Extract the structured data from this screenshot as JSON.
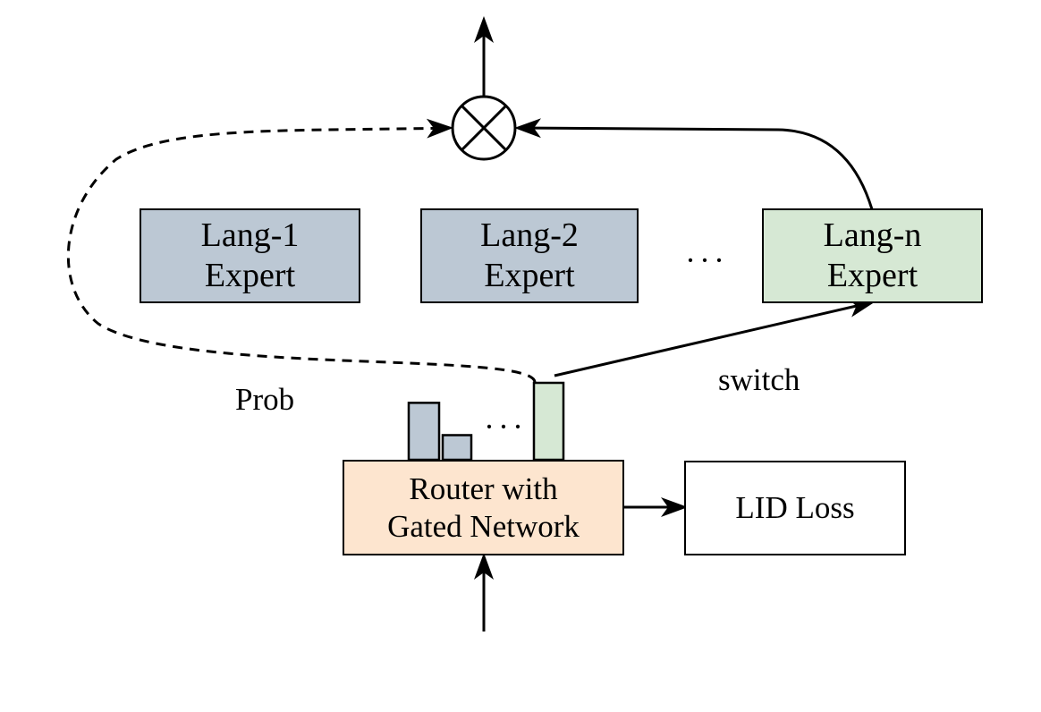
{
  "experts": [
    {
      "line1": "Lang-1",
      "line2": "Expert",
      "fill": "#bcc8d4"
    },
    {
      "line1": "Lang-2",
      "line2": "Expert",
      "fill": "#bcc8d4"
    },
    {
      "line1": "Lang-n",
      "line2": "Expert",
      "fill": "#d6e8d4"
    }
  ],
  "expert_ellipsis": "···",
  "router": {
    "line1": "Router with",
    "line2": "Gated Network",
    "fill": "#fde5cf"
  },
  "loss": {
    "label": "LID Loss"
  },
  "labels": {
    "prob": "Prob",
    "switch": "switch"
  },
  "prob_bars": {
    "ellipsis": "···",
    "bars": [
      {
        "relative_height": 0.74,
        "fill": "#bcc8d4"
      },
      {
        "relative_height": 0.32,
        "fill": "#bcc8d4"
      },
      {
        "relative_height": 1.0,
        "fill": "#d6e8d4"
      }
    ]
  },
  "combine_symbol": "multiply-circle-icon"
}
